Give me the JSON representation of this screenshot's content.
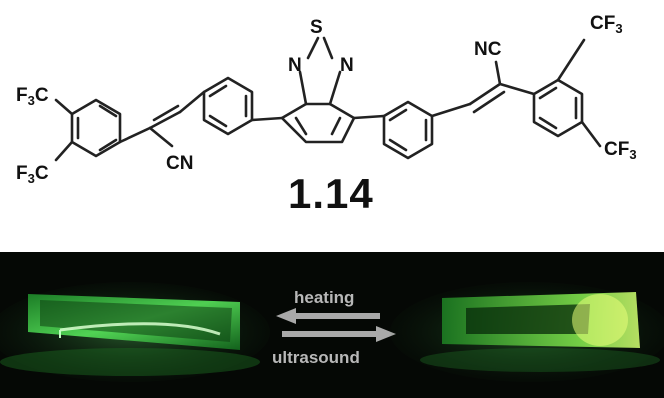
{
  "compound": {
    "label": "1.14",
    "groups": {
      "cf3_left_top": {
        "main": "F",
        "sub": "3",
        "tail": "C"
      },
      "cf3_left_bottom": {
        "main": "F",
        "sub": "3",
        "tail": "C"
      },
      "cf3_right_top": {
        "main": "CF",
        "sub": "3"
      },
      "cf3_right_bottom": {
        "main": "CF",
        "sub": "3"
      },
      "cn_left": "CN",
      "nc_right": "NC",
      "thiadiazole_s": "S",
      "thiadiazole_n_left": "N",
      "thiadiazole_n_right": "N"
    }
  },
  "photo": {
    "process_forward": "heating",
    "process_reverse": "ultrasound",
    "colors": {
      "background": "#050805",
      "glow": "#39e05a",
      "arrow": "#a9a9a9"
    }
  }
}
